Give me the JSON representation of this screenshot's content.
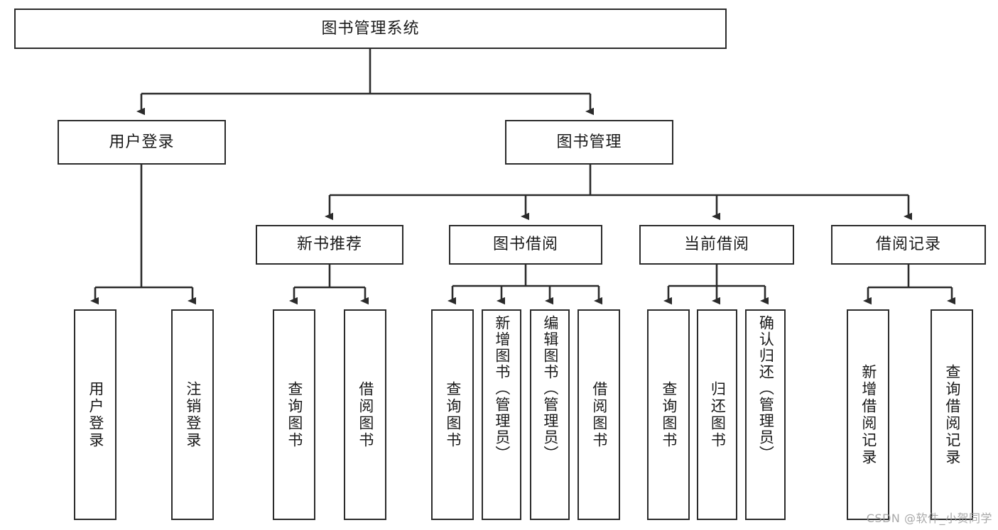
{
  "diagram": {
    "title": "图书管理系统",
    "watermark": "CSDN @软件_小贺同学",
    "stroke_color": "#2b2b2b",
    "fill_color": "#ffffff",
    "text_color": "#1a1a1a",
    "watermark_color": "#9a9a9a",
    "levels": {
      "root": "图书管理系统",
      "level2": [
        "用户登录",
        "图书管理"
      ],
      "level3": [
        "新书推荐",
        "图书借阅",
        "当前借阅",
        "借阅记录"
      ],
      "leaves": [
        "用户登录",
        "注销登录",
        "查询图书",
        "借阅图书",
        "查询图书",
        "新增图书（管理员）",
        "编辑图书（管理员）",
        "借阅图书",
        "查询图书",
        "归还图书",
        "确认归还（管理员）",
        "新增借阅记录",
        "查询借阅记录"
      ]
    },
    "nodes": {
      "root": {
        "label": "图书管理系统"
      },
      "user_login": {
        "label": "用户登录"
      },
      "book_manage": {
        "label": "图书管理"
      },
      "new_book_rec": {
        "label": "新书推荐"
      },
      "book_borrow": {
        "label": "图书借阅"
      },
      "current_borrow": {
        "label": "当前借阅"
      },
      "borrow_record": {
        "label": "借阅记录"
      },
      "leaf_user_login": {
        "label": "用户登录"
      },
      "leaf_logout": {
        "label": "注销登录"
      },
      "leaf_query_book_1": {
        "label": "查询图书"
      },
      "leaf_borrow_book_1": {
        "label": "借阅图书"
      },
      "leaf_query_book_2": {
        "label": "查询图书"
      },
      "leaf_add_book_admin": {
        "label": "新增图书（管理员）"
      },
      "leaf_edit_book_admin": {
        "label": "编辑图书（管理员）"
      },
      "leaf_borrow_book_2": {
        "label": "借阅图书"
      },
      "leaf_query_book_3": {
        "label": "查询图书"
      },
      "leaf_return_book": {
        "label": "归还图书"
      },
      "leaf_confirm_return_admin": {
        "label": "确认归还（管理员）"
      },
      "leaf_add_borrow_record": {
        "label": "新增借阅记录"
      },
      "leaf_query_borrow_record": {
        "label": "查询借阅记录"
      }
    }
  }
}
